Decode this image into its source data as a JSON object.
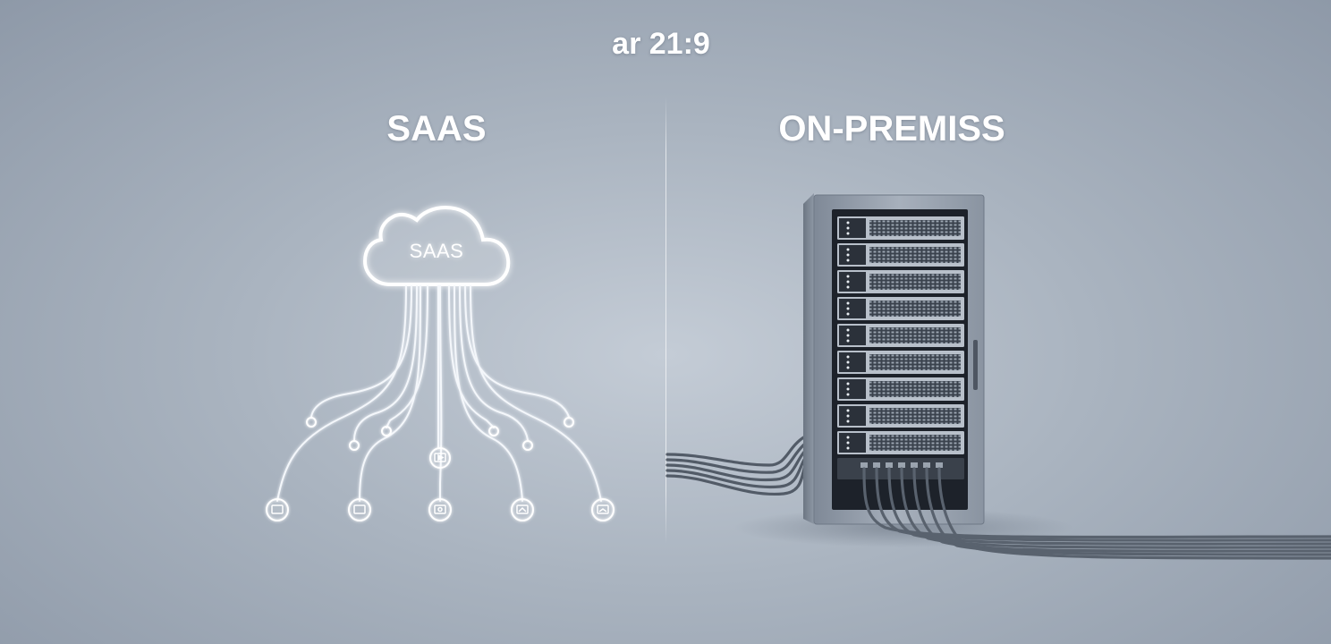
{
  "aspect_ratio_label": "ar 21:9",
  "saas": {
    "heading": "SAAS",
    "cloud_text": "SAAS",
    "icon": "cloud-network-icon"
  },
  "on_premise": {
    "heading": "ON-PREMISS",
    "icon": "server-rack-icon"
  },
  "colors": {
    "background": "#a9b3bf",
    "glow": "#ffffff",
    "rack_frame": "#8d97a4",
    "rack_inner": "#1e232b",
    "cable": "#5b6470"
  }
}
